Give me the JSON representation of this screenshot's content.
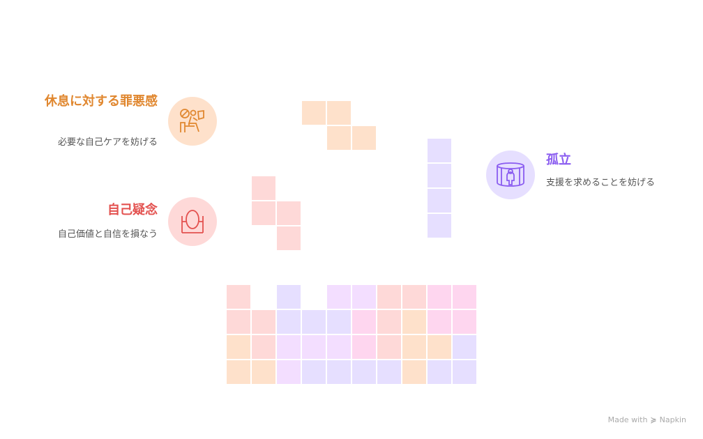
{
  "colors": {
    "R": "#FED9D8",
    "V": "#E6DFFF",
    "L": "#F3DEFF",
    "P": "#FED6EF",
    "O": "#FEE1CB"
  },
  "items": [
    {
      "title": "休息に対する罪悪感",
      "desc": "必要な自己ケアを妨げる",
      "color": "#E0872F",
      "bg": "#FEE1CB",
      "icon": "person-at-desk-icon"
    },
    {
      "title": "自己疑念",
      "desc": "自己価値と自信を損なう",
      "color": "#E3514F",
      "bg": "#FED9D8",
      "icon": "mirror-icon"
    },
    {
      "title": "孤立",
      "desc": "支援を求めることを妨げる",
      "color": "#8A5CF0",
      "bg": "#E6DFFF",
      "icon": "isolated-person-icon"
    }
  ],
  "grid": [
    [
      "R",
      "",
      "V",
      "",
      "L",
      "L",
      "R",
      "R",
      "P",
      "P"
    ],
    [
      "R",
      "R",
      "V",
      "V",
      "V",
      "P",
      "R",
      "O",
      "P",
      "P"
    ],
    [
      "O",
      "R",
      "L",
      "L",
      "L",
      "P",
      "R",
      "O",
      "O",
      "V"
    ],
    [
      "O",
      "O",
      "L",
      "V",
      "V",
      "V",
      "V",
      "O",
      "V",
      "V"
    ]
  ],
  "footer": {
    "made_with": "Made with",
    "brand": "Napkin"
  }
}
